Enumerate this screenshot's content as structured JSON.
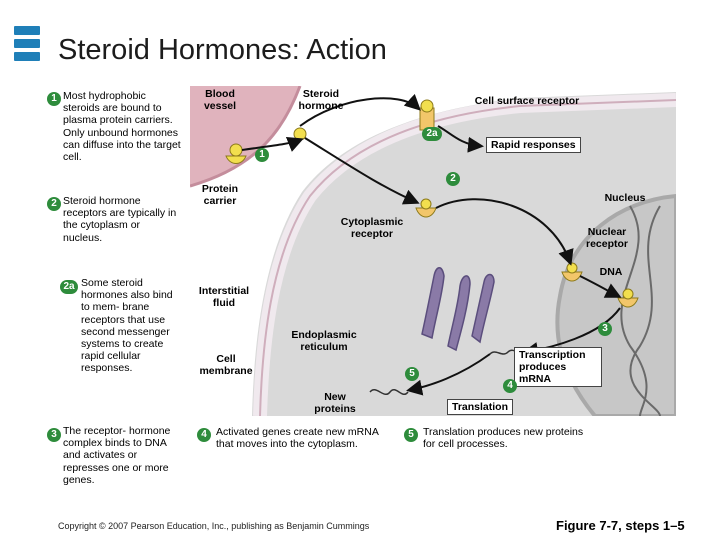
{
  "title": "Steroid Hormones: Action",
  "steps": {
    "s1": {
      "num": "1",
      "text": "Most hydrophobic steroids are bound to plasma protein carriers. Only unbound hormones can diffuse into the target cell."
    },
    "s2": {
      "num": "2",
      "text": "Steroid hormone receptors are typically in the cytoplasm or nucleus."
    },
    "s2a": {
      "num": "2a",
      "text": "Some steroid hormones also bind to mem- brane receptors that use second messenger systems to create rapid cellular responses."
    },
    "s3": {
      "num": "3",
      "text": "The receptor- hormone complex binds to DNA and activates or represses one or more genes."
    },
    "s4": {
      "num": "4",
      "text": "Activated genes create new mRNA that moves into the cytoplasm."
    },
    "s5": {
      "num": "5",
      "text": "Translation produces new proteins for cell processes."
    }
  },
  "labels": {
    "blood_vessel": "Blood vessel",
    "steroid_hormone": "Steroid hormone",
    "cell_surface_receptor": "Cell surface receptor",
    "rapid_responses": "Rapid responses",
    "protein_carrier": "Protein carrier",
    "nucleus": "Nucleus",
    "cytoplasmic_receptor": "Cytoplasmic receptor",
    "nuclear_receptor": "Nuclear receptor",
    "dna": "DNA",
    "interstitial_fluid": "Interstitial fluid",
    "endoplasmic_reticulum": "Endoplasmic reticulum",
    "cell_membrane": "Cell membrane",
    "transcription": "Transcription produces mRNA",
    "new_proteins": "New proteins",
    "translation": "Translation"
  },
  "markers": {
    "m1": "1",
    "m2": "2",
    "m2a": "2a",
    "m3": "3",
    "m4": "4",
    "m5": "5"
  },
  "footer": {
    "copyright": "Copyright © 2007 Pearson Education, Inc., publishing as Benjamin Cummings",
    "figure": "Figure 7-7, steps 1–5"
  },
  "colors": {
    "marker_green": "#2e8c3c",
    "blood_vessel": "#e0b3bd",
    "cytoplasm": "#d9d9d9",
    "nucleus": "#c7c7c7",
    "er": "#8a7aa7",
    "hormone": "#f2df4e",
    "logo": "#1f7fb8"
  }
}
